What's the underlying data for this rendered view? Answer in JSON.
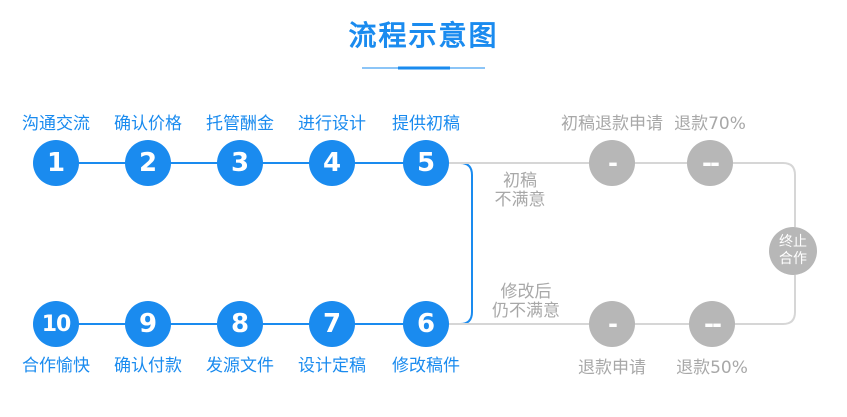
{
  "title": "流程示意图",
  "top_steps": [
    {
      "num": "1",
      "label": "沟通交流"
    },
    {
      "num": "2",
      "label": "确认价格"
    },
    {
      "num": "3",
      "label": "托管酬金"
    },
    {
      "num": "4",
      "label": "进行设计"
    },
    {
      "num": "5",
      "label": "提供初稿"
    }
  ],
  "bottom_steps": [
    {
      "num": "10",
      "label": "合作愉快"
    },
    {
      "num": "9",
      "label": "确认付款"
    },
    {
      "num": "8",
      "label": "发源文件"
    },
    {
      "num": "7",
      "label": "设计定稿"
    },
    {
      "num": "6",
      "label": "修改稿件"
    }
  ],
  "top_branch": [
    {
      "symbol": "-",
      "label": "初稿退款申请"
    },
    {
      "symbol": "--",
      "label": "退款70%"
    }
  ],
  "bottom_branch": [
    {
      "symbol": "-",
      "label": "退款申请"
    },
    {
      "symbol": "--",
      "label": "退款50%"
    }
  ],
  "notes": {
    "top": [
      "初稿",
      "不满意"
    ],
    "bottom": [
      "修改后",
      "仍不满意"
    ]
  },
  "end_node": [
    "终止",
    "合作"
  ],
  "colors": {
    "accent": "#1a8bef",
    "gray": "#b7b7b7",
    "gray_text": "#a8a8a8",
    "line_gray": "#d6d6d6"
  }
}
